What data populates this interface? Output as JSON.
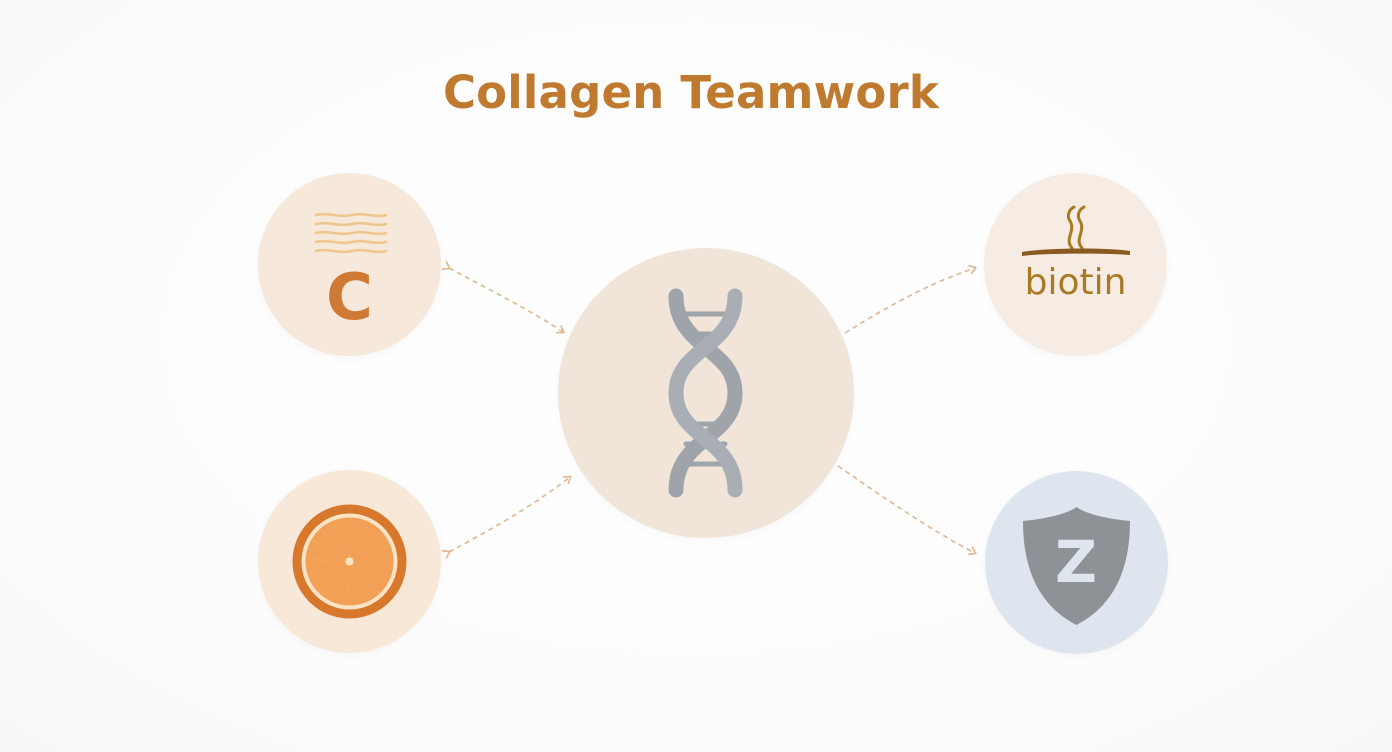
{
  "title": "Collagen Teamwork",
  "nodes": {
    "vitamin_c": {
      "label": "C",
      "icon": "lines-icon"
    },
    "citrus": {
      "icon": "orange-slice-icon"
    },
    "center": {
      "icon": "dna-icon"
    },
    "biotin": {
      "label": "biotin",
      "icon": "steam-icon"
    },
    "zinc": {
      "label": "Z",
      "icon": "shield-icon"
    }
  },
  "colors": {
    "accent": "#c07a2f",
    "orange": "#f1a055",
    "dna": "#9ea4aa",
    "biotin": "#a87a24",
    "shield": "#8e9196",
    "arrow": "#e0b690"
  }
}
